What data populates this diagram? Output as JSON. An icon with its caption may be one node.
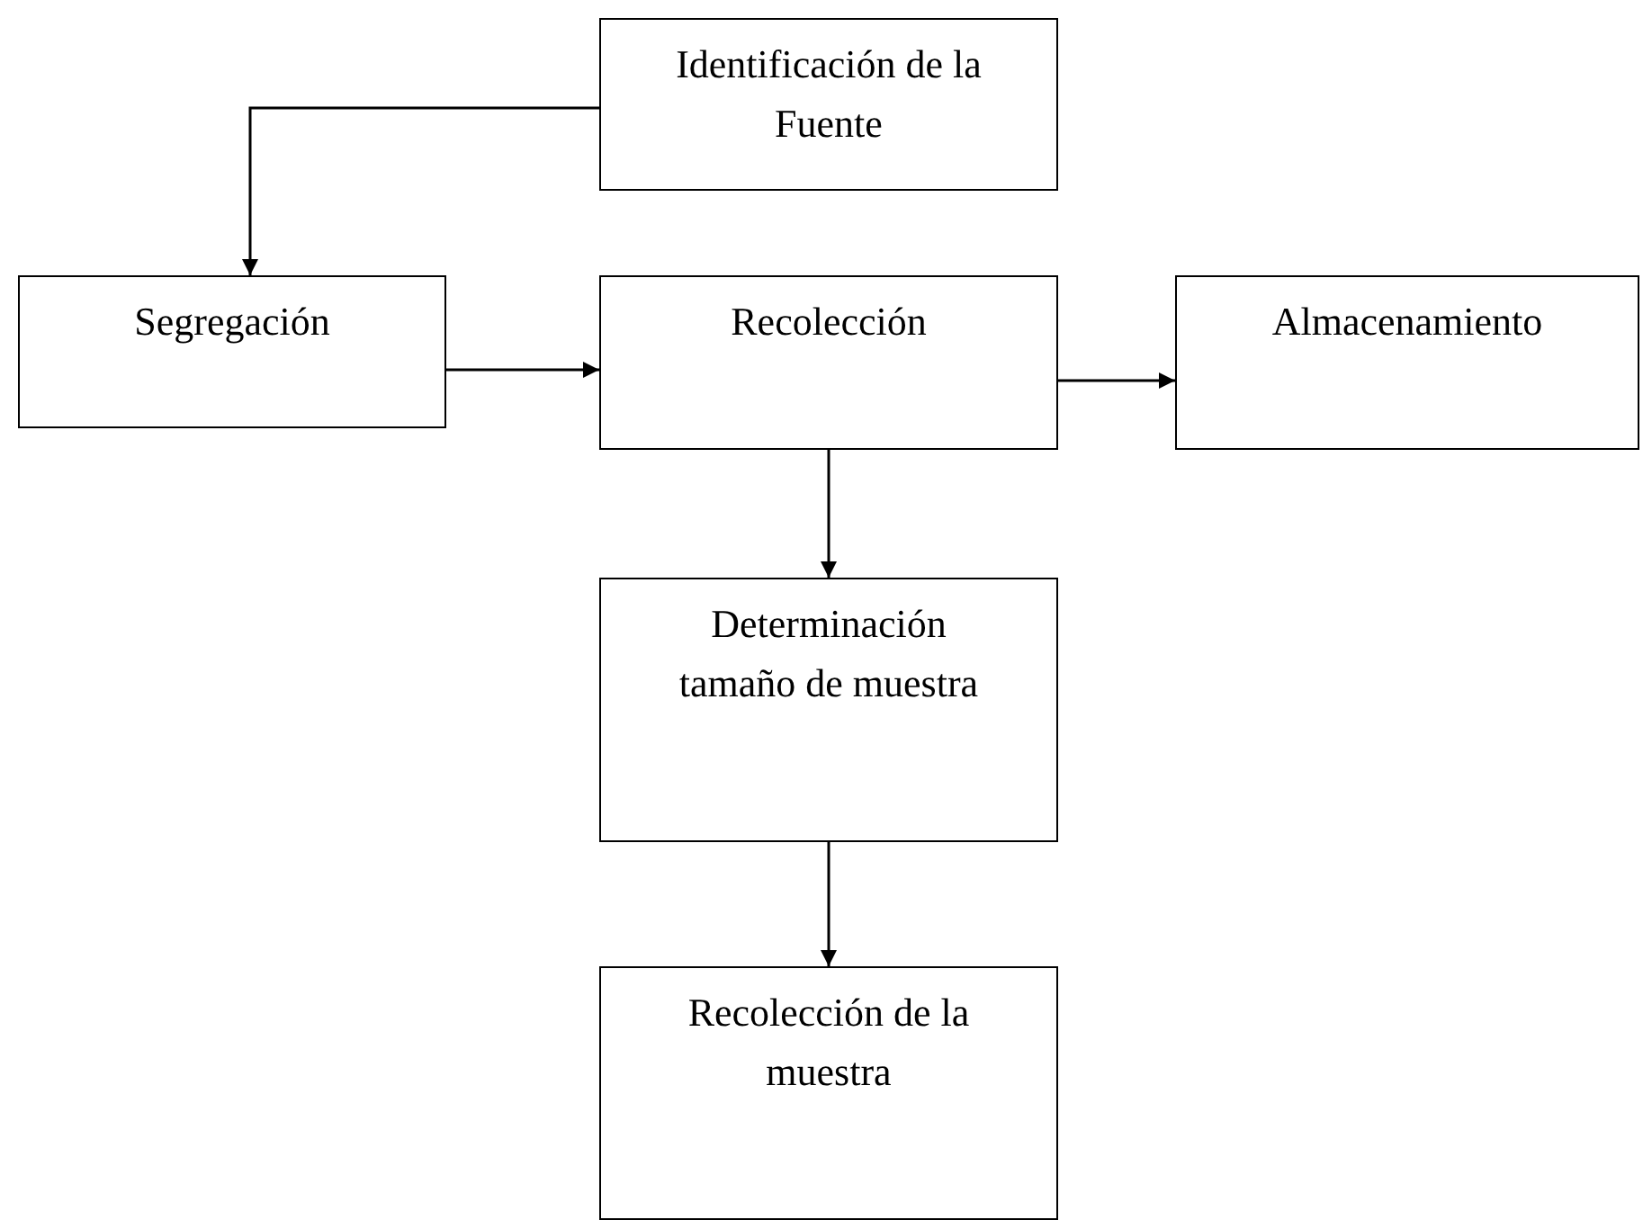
{
  "diagram": {
    "nodes": [
      {
        "text": [
          "Identificación de la Fuente"
        ]
      },
      {
        "text": [
          "Segregación"
        ]
      },
      {
        "text": [
          "Recolección"
        ]
      },
      {
        "text": [
          "Almacenamiento"
        ]
      },
      {
        "text": [
          "Determinación tamaño de muestra"
        ]
      },
      {
        "text": [
          "Recolección de la muestra"
        ]
      }
    ],
    "edges": [
      {
        "from": 0,
        "to": 1,
        "arrow": "to"
      },
      {
        "from": 1,
        "to": 2,
        "arrow": "to"
      },
      {
        "from": 2,
        "to": 3,
        "arrow": "to"
      },
      {
        "from": 2,
        "to": 4,
        "arrow": "to"
      },
      {
        "from": 4,
        "to": 5,
        "arrow": "to"
      }
    ]
  }
}
